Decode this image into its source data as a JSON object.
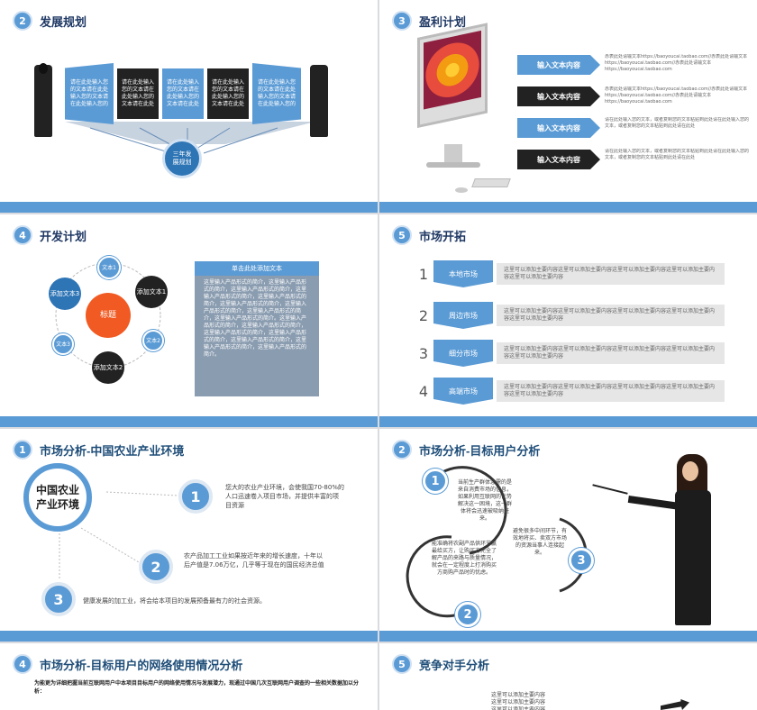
{
  "s1": {
    "num": "2",
    "title": "发展规划",
    "boxes": [
      "请在此处输入您的文本请在此处输入您的文本请在此处输入您的",
      "请在此处输入您的文本请在此处输入您的文本请在此处",
      "请在此处输入您的文本请在此处输入您的文本请在此处",
      "请在此处输入您的文本请在此处输入您的文本请在此处",
      "请在此处输入您的文本请在此处输入您的文本请在此处输入您的"
    ],
    "center": "三年发展规划"
  },
  "s2": {
    "num": "3",
    "title": "盈利计划",
    "items": [
      {
        "label": "输入文本内容",
        "text": "赤表此处请输文本https://baoyoucai.taobao.com//赤表此处请输文本https://baoyoucai.taobao.com//赤表此处请输文本https://baoyoucai.taobao.com"
      },
      {
        "label": "输入文本内容",
        "text": "赤表此处请输文本https://baoyoucai.taobao.com//赤表此处请输文本https://baoyoucai.taobao.com//赤表此处请输文本https://baoyoucai.taobao.com"
      },
      {
        "label": "输入文本内容",
        "text": "请在此处输入您的文本，或者复制您的文本粘贴到此处请在此处输入您的文本，或者复制您的文本粘贴到此处请在此处"
      },
      {
        "label": "输入文本内容",
        "text": "请在此处输入您的文本，或者复制您的文本粘贴到此处请在此处输入您的文本，或者复制您的文本粘贴到此处请在此处"
      }
    ]
  },
  "s3": {
    "num": "4",
    "title": "开发计划",
    "center": "标题",
    "nodes": [
      "文本1",
      "添加文本1",
      "文本2",
      "添加文本2",
      "文本3",
      "添加文本3"
    ],
    "panel_title": "单击此处添加文本",
    "panel_text": "这里输入产品形式的简介，这里输入产品形式的简介，这里输入产品形式的简介，这里输入产品形式的简介，这里输入产品形式的简介，这里输入产品形式的简介，这里输入产品形式的简介，这里输入产品形式的简介，这里输入产品形式的简介。这里输入产品形式的简介，这里输入产品形式的简介，这里输入产品形式的简介，这里输入产品形式的简介，这里输入产品形式的简介，这里输入产品形式的简介，这里输入产品形式的简介。"
  },
  "s4": {
    "num": "5",
    "title": "市场开拓",
    "rows": [
      {
        "n": "1",
        "label": "本地市场",
        "text": "这里可以添加主要内容这里可以添加主要内容这里可以添加主要内容这里可以添加主要内容这里可以添加主要内容"
      },
      {
        "n": "2",
        "label": "周边市场",
        "text": "这里可以添加主要内容这里可以添加主要内容这里可以添加主要内容这里可以添加主要内容这里可以添加主要内容"
      },
      {
        "n": "3",
        "label": "细分市场",
        "text": "这里可以添加主要内容这里可以添加主要内容这里可以添加主要内容这里可以添加主要内容这里可以添加主要内容"
      },
      {
        "n": "4",
        "label": "高端市场",
        "text": "这里可以添加主要内容这里可以添加主要内容这里可以添加主要内容这里可以添加主要内容这里可以添加主要内容"
      }
    ]
  },
  "s5": {
    "num": "1",
    "title": "市场分析-中国农业产业环境",
    "center": "中国农业产业环境",
    "points": [
      {
        "n": "1",
        "text": "您大的农业产业环境，会使我国70-80%的人口迅速卷入项目市场，并提供丰富的项目资源"
      },
      {
        "n": "2",
        "text": "农产品加工工业如果按近年来的增长速度，十年以后产值是7.06万亿，几乎等于现在的国民经济总值"
      },
      {
        "n": "3",
        "text": "健康发展的加工业，将会给本项目的发展预备最有力的社会资源。"
      }
    ]
  },
  "s6": {
    "num": "2",
    "title": "市场分析-目标用户分析",
    "points": [
      {
        "n": "1",
        "text": "当前生产群体急需的是来自消费市场的信息，如果利用互联网的优势解决这一困境，这一群体将会迅速被吸纳进来。"
      },
      {
        "n": "2",
        "text": "能准确将农副产品供环节赢最给买方，让购买方完全了解产品的来路与质量情况，就会在一定程度上打消购买方商购产品时的忧虑。"
      },
      {
        "n": "3",
        "text": "避免很多中间环节，有效地将买、卖双方市场的资源当事人连接起来。"
      }
    ]
  },
  "s7": {
    "num": "4",
    "title": "市场分析-目标用户的网络使用情况分析",
    "intro": "为能更为详细把握当前互联网用户中本项目目标用户的网络使用情况与发展潜力，现通过中国几次互联网用户调查的一些相关数据加以分析："
  },
  "s8": {
    "num": "5",
    "title": "竞争对手分析",
    "lines": [
      "这里可以添加主要内容",
      "这里可以添加主要内容",
      "这里可以添加主要内容"
    ]
  }
}
